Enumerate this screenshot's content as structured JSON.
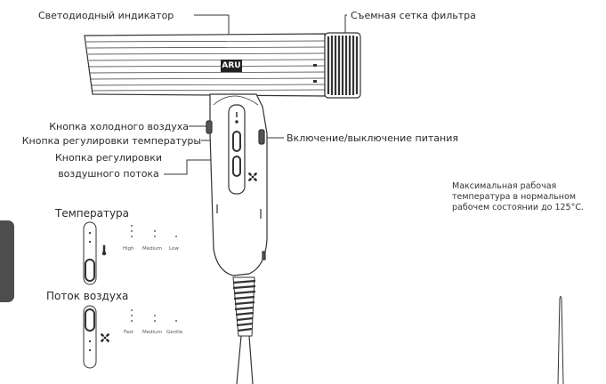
{
  "callouts": {
    "led_indicator": "Светодиодный индикатор",
    "filter_mesh": "Съемная сетка фильтра",
    "cold_air_button": "Кнопка холодного воздуха",
    "temp_button": "Кнопка регулировки температуры",
    "airflow_button_line1": "Кнопка регулировки",
    "airflow_button_line2": "воздушного потока",
    "power_toggle": "Включение/выключение питания"
  },
  "note": {
    "line1": "Максимальная рабочая",
    "line2": "температура в нормальном",
    "line3": "рабочем состоянии до 125°C."
  },
  "temperature_panel": {
    "title": "Температура",
    "levels": [
      "High",
      "Medium",
      "Low"
    ]
  },
  "airflow_panel": {
    "title": "Поток воздуха",
    "levels": [
      "Fast",
      "Medium",
      "Gentle"
    ]
  },
  "logo": {
    "text": "ARU"
  },
  "colors": {
    "line": "#333333",
    "tab": "#4d4d4d"
  },
  "icons": [
    "thermometer-icon",
    "fan-icon",
    "lock-icon",
    "filter-mesh-icon"
  ]
}
